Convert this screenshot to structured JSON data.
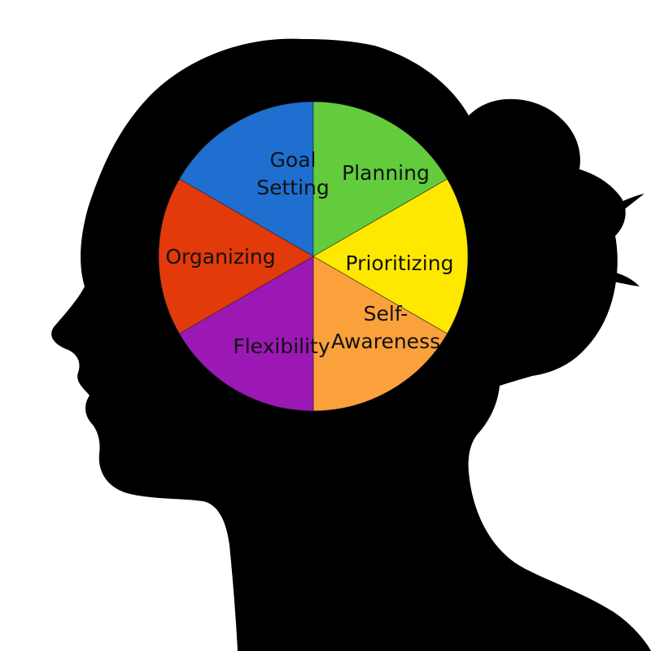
{
  "colors": {
    "background": "#ffffff",
    "silhouette": "#000000",
    "label": "#111111"
  },
  "wheel": {
    "segments": [
      {
        "id": "goal-setting",
        "lines": [
          "Goal",
          "Setting"
        ],
        "color": "#1e6fd0"
      },
      {
        "id": "planning",
        "lines": [
          "Planning"
        ],
        "color": "#63cc3d"
      },
      {
        "id": "prioritizing",
        "lines": [
          "Prioritizing"
        ],
        "color": "#ffe800"
      },
      {
        "id": "self-awareness",
        "lines": [
          "Self-",
          "Awareness"
        ],
        "color": "#fba13c"
      },
      {
        "id": "flexibility",
        "lines": [
          "Flexibility"
        ],
        "color": "#9b18b4"
      },
      {
        "id": "organizing",
        "lines": [
          "Organizing"
        ],
        "color": "#e23a0a"
      }
    ]
  }
}
